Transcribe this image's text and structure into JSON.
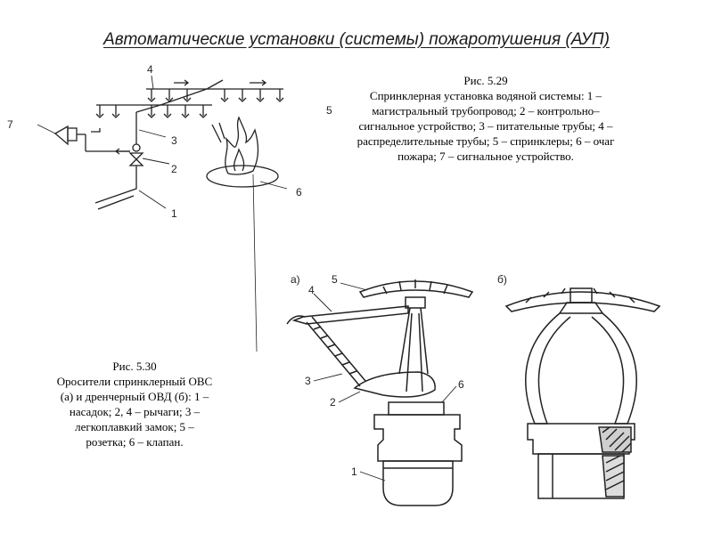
{
  "title": "Автоматические установки (системы) пожаротушения (АУП)",
  "figure_529": {
    "number": "Рис. 5.29",
    "text": "Спринклерная установка водяной системы: 1 – магистральный трубопровод; 2 – контрольно–сигнальное устройство; 3 – питательные трубы; 4 – распределительные трубы; 5 – спринклеры; 6 – очаг пожара; 7 – сигнальное устройство.",
    "labels": {
      "l1": "1",
      "l2": "2",
      "l3": "3",
      "l4": "4",
      "l5": "5",
      "l6": "6",
      "l7": "7"
    }
  },
  "figure_530": {
    "number": "Рис. 5.30",
    "text": "Оросители спринклерный ОВС (а) и дренчерный ОВД (б): 1 – насадок; 2, 4 – рычаги; 3 – легкоплавкий замок; 5 – розетка; 6 – клапан.",
    "panel_a": "а)",
    "panel_b": "б)",
    "labels": {
      "l1": "1",
      "l2": "2",
      "l3": "3",
      "l4": "4",
      "l5": "5",
      "l6": "6"
    }
  }
}
